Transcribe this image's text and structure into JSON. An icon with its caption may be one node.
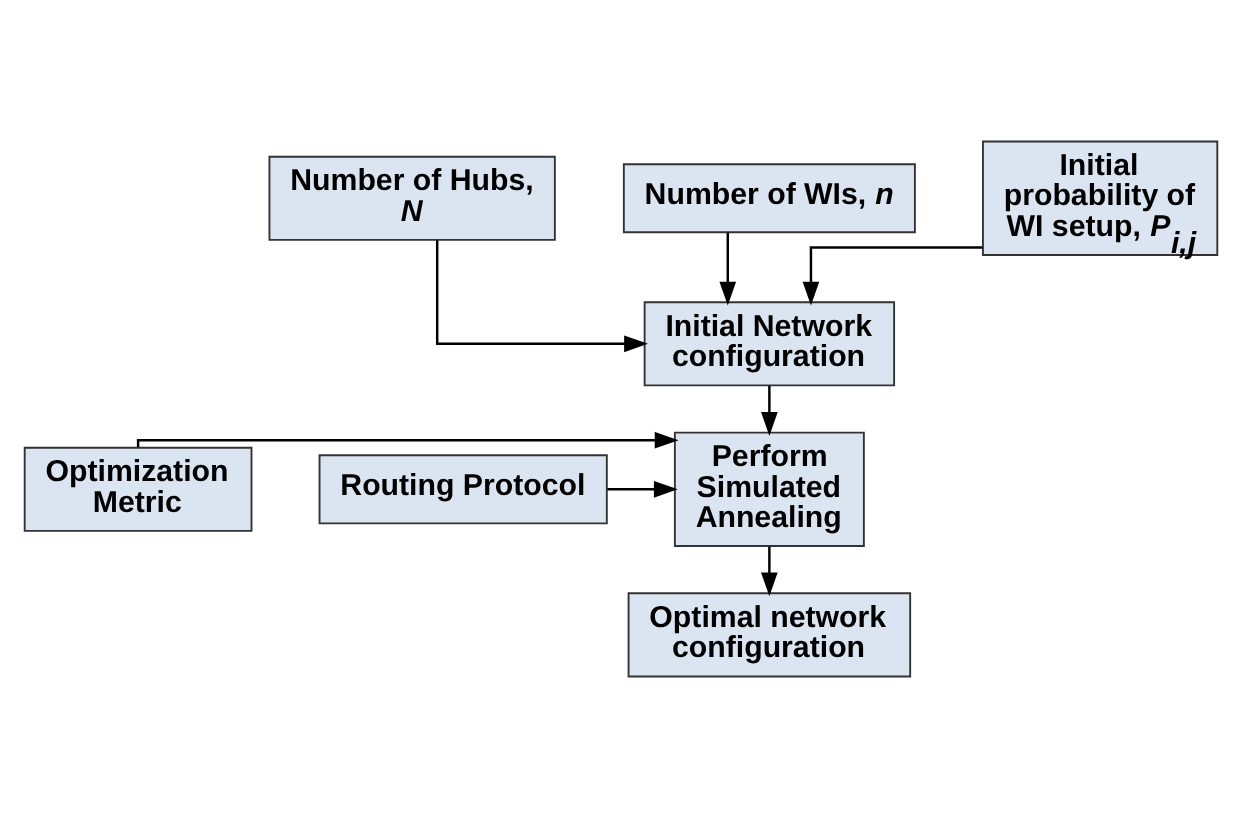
{
  "diagram": {
    "nodes": [
      {
        "text": [
          "Number of Hubs, *N*"
        ]
      },
      {
        "text": [
          "Number of WIs, *n*"
        ]
      },
      {
        "text": [
          "Initial probability of WI setup, *P$_{i,j}$*"
        ]
      },
      {
        "text": [
          "Initial Network configuration"
        ]
      },
      {
        "text": [
          "Optimization Metric"
        ]
      },
      {
        "text": [
          "Perform Simulated Annealing"
        ]
      },
      {
        "text": [
          "Routing Protocol"
        ]
      },
      {
        "text": [
          "Optimal network configuration"
        ]
      }
    ],
    "edges": [
      {
        "from": 0,
        "to": 3,
        "arrow": "to"
      },
      {
        "from": 1,
        "to": 3,
        "arrow": "to"
      },
      {
        "from": 2,
        "to": 3,
        "arrow": "to"
      },
      {
        "from": 3,
        "to": 5,
        "arrow": "to"
      },
      {
        "from": 4,
        "to": 5,
        "arrow": "to"
      },
      {
        "from": 6,
        "to": 5,
        "arrow": "to"
      },
      {
        "from": 5,
        "to": 7,
        "arrow": "to"
      }
    ]
  }
}
